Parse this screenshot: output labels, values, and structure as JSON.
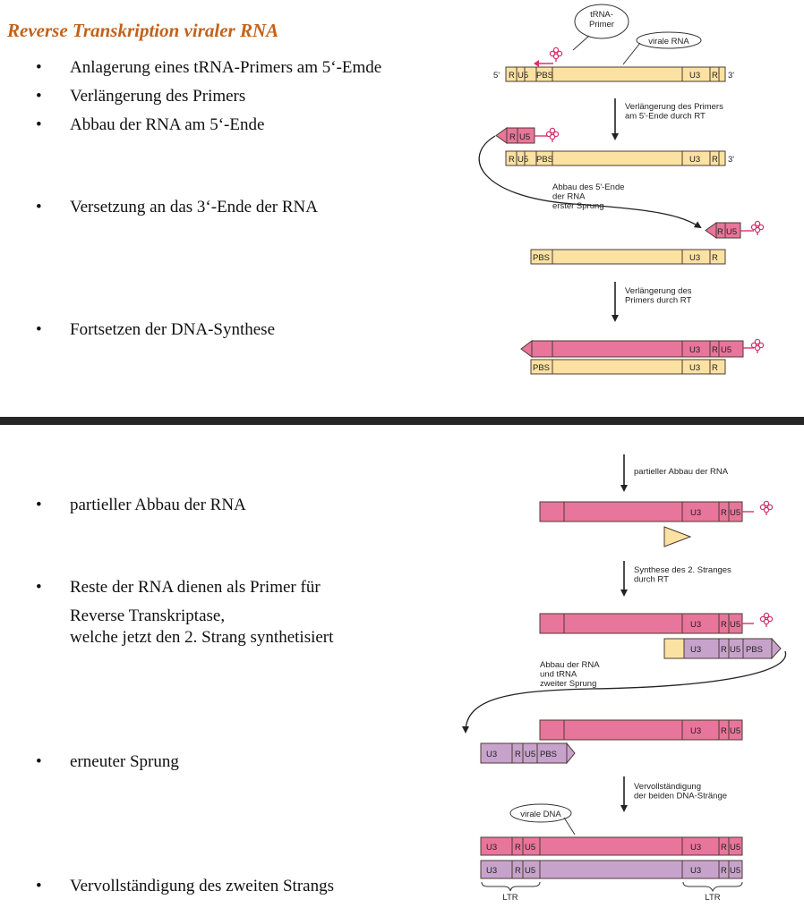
{
  "title": "Reverse Transkription viraler RNA",
  "bullet_symbol": "•",
  "bullets": [
    "Anlagerung eines tRNA-Primers am 5‘-Emde",
    "Verlängerung des Primers",
    "Abbau der RNA am 5‘-Ende",
    "Versetzung an das 3‘-Ende der RNA",
    "Fortsetzen der DNA-Synthese",
    "partieller Abbau der RNA",
    "Reste der RNA dienen als Primer für",
    "Reverse Transkriptase,",
    "welche jetzt den 2. Strang synthetisiert",
    "erneuter Sprung",
    "Vervollständigung des zweiten Strangs"
  ],
  "diagram": {
    "callouts": {
      "trna_primer": [
        "tRNA-",
        "Primer"
      ],
      "virale_rna": "virale RNA",
      "virale_dna": "virale DNA"
    },
    "step_labels": {
      "step1": [
        "Verlängerung des Primers",
        "am 5'-Ende durch RT"
      ],
      "step2": [
        "Abbau des 5'-Ende",
        "der RNA",
        "erster Sprung"
      ],
      "step3": [
        "Verlängerung des",
        "Primers durch RT"
      ],
      "step4": [
        "partieller Abbau der RNA"
      ],
      "step5": [
        "Synthese des 2. Stranges",
        "durch RT"
      ],
      "step6": [
        "Abbau der RNA",
        "und tRNA",
        "zweiter Sprung"
      ],
      "step7": [
        "Vervollständigung",
        "der beiden DNA-Stränge"
      ]
    },
    "segments": {
      "five_prime": "5'",
      "three_prime": "3'",
      "r": "R",
      "u5": "U5",
      "u3": "U3",
      "pbs": "PBS",
      "ltr": "LTR"
    },
    "colors": {
      "rna": "#fbe2a3",
      "dna_minus": "#e8759b",
      "dna_plus": "#c7a3cc",
      "trna": "#d6336c",
      "outline": "#4d3b32",
      "title": "#c2621a"
    }
  }
}
